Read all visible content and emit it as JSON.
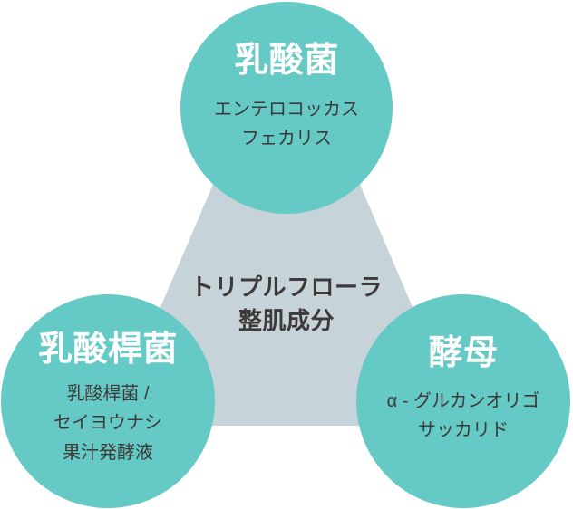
{
  "diagram": {
    "center_label": {
      "line1": "トリプルフローラ",
      "line2": "整肌成分"
    },
    "nodes": [
      {
        "title": "乳酸菌",
        "sub_lines": [
          "エンテロコッカス",
          "フェカリス"
        ]
      },
      {
        "title": "乳酸桿菌",
        "sub_lines": [
          "乳酸桿菌 /",
          "セイヨウナシ",
          "果汁発酵液"
        ]
      },
      {
        "title": "酵母",
        "sub_lines": [
          "α - グルカンオリゴ",
          "サッカリド"
        ]
      }
    ],
    "colors": {
      "circle_fill": "#65cac6",
      "triangle_fill": "#c6d4da",
      "title_text": "#ffffff",
      "body_text": "#3e3a39",
      "background": "#ffffff"
    }
  }
}
